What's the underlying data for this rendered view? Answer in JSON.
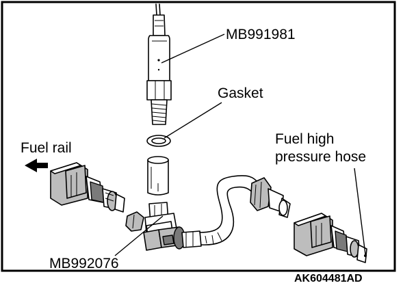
{
  "labels": {
    "tool_upper": "MB991981",
    "gasket": "Gasket",
    "fuel_rail": "Fuel rail",
    "hose_line1": "Fuel high",
    "hose_line2": "pressure hose",
    "tool_lower": "MB992076",
    "figure_code": "AK604481AD"
  }
}
